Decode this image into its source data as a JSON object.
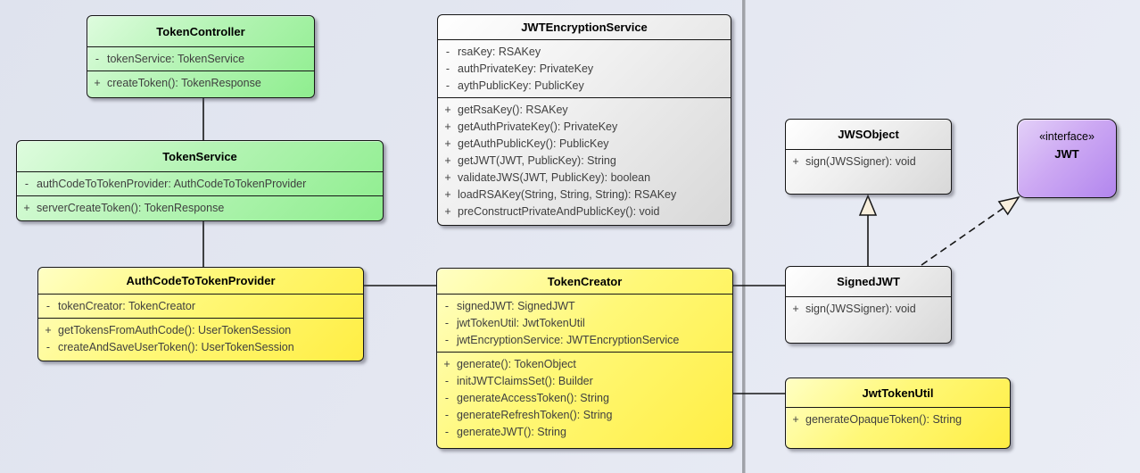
{
  "diagram_type": "uml-class-diagram",
  "colors": {
    "green": "#8fee8f",
    "yellow": "#ffee44",
    "gray": "#d8d8d8",
    "purple": "#b286ee",
    "background": "#e5e8f2",
    "page_boundary": "#a0a2a8",
    "arrowhead_fill": "#f8efdd",
    "line": "#161616"
  },
  "classes": {
    "tokenController": {
      "name": "TokenController",
      "attributes": [
        {
          "vis": "-",
          "sig": "tokenService: TokenService"
        }
      ],
      "methods": [
        {
          "vis": "+",
          "sig": "createToken(): TokenResponse"
        }
      ]
    },
    "tokenService": {
      "name": "TokenService",
      "attributes": [
        {
          "vis": "-",
          "sig": "authCodeToTokenProvider: AuthCodeToTokenProvider"
        }
      ],
      "methods": [
        {
          "vis": "+",
          "sig": "serverCreateToken(): TokenResponse"
        }
      ]
    },
    "jwtEncryptionService": {
      "name": "JWTEncryptionService",
      "attributes": [
        {
          "vis": "-",
          "sig": "rsaKey: RSAKey"
        },
        {
          "vis": "-",
          "sig": "authPrivateKey: PrivateKey"
        },
        {
          "vis": "-",
          "sig": "aythPublicKey: PublicKey"
        }
      ],
      "methods": [
        {
          "vis": "+",
          "sig": "getRsaKey(): RSAKey"
        },
        {
          "vis": "+",
          "sig": "getAuthPrivateKey(): PrivateKey"
        },
        {
          "vis": "+",
          "sig": "getAuthPublicKey(): PublicKey"
        },
        {
          "vis": "+",
          "sig": "getJWT(JWT, PublicKey): String"
        },
        {
          "vis": "+",
          "sig": "validateJWS(JWT, PublicKey): boolean"
        },
        {
          "vis": "+",
          "sig": "loadRSAKey(String, String, String): RSAKey"
        },
        {
          "vis": "+",
          "sig": "preConstructPrivateAndPublicKey(): void"
        }
      ]
    },
    "jwsObject": {
      "name": "JWSObject",
      "methods": [
        {
          "vis": "+",
          "sig": "sign(JWSSigner): void"
        }
      ]
    },
    "jwtInterface": {
      "stereotype": "«interface»",
      "name": "JWT"
    },
    "authCodeToTokenProvider": {
      "name": "AuthCodeToTokenProvider",
      "attributes": [
        {
          "vis": "-",
          "sig": "tokenCreator: TokenCreator"
        }
      ],
      "methods": [
        {
          "vis": "+",
          "sig": "getTokensFromAuthCode(): UserTokenSession"
        },
        {
          "vis": "-",
          "sig": "createAndSaveUserToken(): UserTokenSession"
        }
      ]
    },
    "tokenCreator": {
      "name": "TokenCreator",
      "attributes": [
        {
          "vis": "-",
          "sig": "signedJWT: SignedJWT"
        },
        {
          "vis": "-",
          "sig": "jwtTokenUtil: JwtTokenUtil"
        },
        {
          "vis": "-",
          "sig": "jwtEncryptionService: JWTEncryptionService"
        }
      ],
      "methods": [
        {
          "vis": "+",
          "sig": "generate(): TokenObject"
        },
        {
          "vis": "-",
          "sig": "initJWTClaimsSet(): Builder"
        },
        {
          "vis": "-",
          "sig": "generateAccessToken(): String"
        },
        {
          "vis": "-",
          "sig": "generateRefreshToken(): String"
        },
        {
          "vis": "-",
          "sig": "generateJWT(): String"
        }
      ]
    },
    "signedJwt": {
      "name": "SignedJWT",
      "methods": [
        {
          "vis": "+",
          "sig": "sign(JWSSigner): void"
        }
      ]
    },
    "jwtTokenUtil": {
      "name": "JwtTokenUtil",
      "methods": [
        {
          "vis": "+",
          "sig": "generateOpaqueToken(): String"
        }
      ]
    }
  },
  "relations": [
    {
      "from": "TokenController",
      "to": "TokenService",
      "type": "association"
    },
    {
      "from": "TokenService",
      "to": "AuthCodeToTokenProvider",
      "type": "association"
    },
    {
      "from": "AuthCodeToTokenProvider",
      "to": "TokenCreator",
      "type": "association"
    },
    {
      "from": "TokenCreator",
      "to": "SignedJWT",
      "type": "association"
    },
    {
      "from": "TokenCreator",
      "to": "JwtTokenUtil",
      "type": "association"
    },
    {
      "from": "SignedJWT",
      "to": "JWSObject",
      "type": "generalization"
    },
    {
      "from": "SignedJWT",
      "to": "JWT",
      "type": "realization"
    }
  ]
}
